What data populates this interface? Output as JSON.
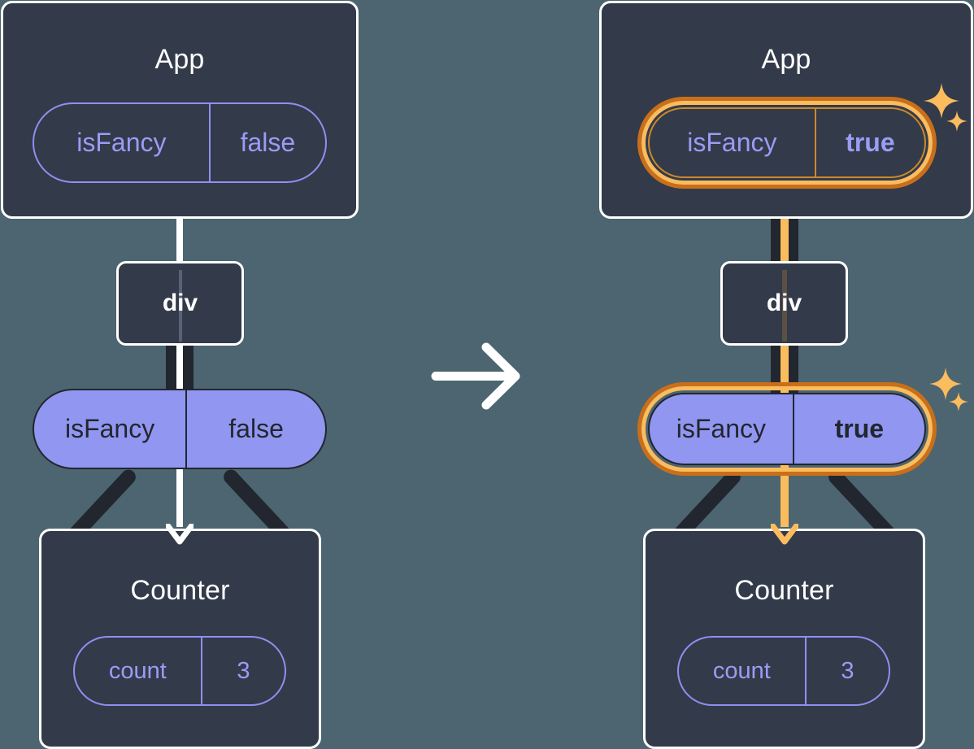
{
  "diagram": {
    "title": "React state propagation: App owns isFancy, passes it as a prop through div to Counter",
    "type": "component-tree-before-after",
    "transition_icon": "arrow-right-icon",
    "colors": {
      "background": "#4c6570",
      "box_fill": "#333a4a",
      "box_border": "#ffffff",
      "pill_outline": "#8e90f0",
      "pill_text_outline": "#9a9cf5",
      "pill_filled": "#9197f0",
      "pill_filled_border": "#22262f",
      "highlight_outer": "#c96f1a",
      "highlight_inner": "#fbbc5e",
      "sparkle": "#fbbc5e",
      "connector_dark": "#22262f",
      "connector_light": "#ffffff"
    }
  },
  "panels": [
    {
      "id": "before",
      "app": {
        "title": "App",
        "state": {
          "key": "isFancy",
          "value": "false",
          "highlighted": false,
          "bold_value": false
        }
      },
      "div": {
        "label": "div"
      },
      "prop": {
        "key": "isFancy",
        "value": "false",
        "highlighted": false,
        "bold_value": false
      },
      "counter": {
        "title": "Counter",
        "state": {
          "key": "count",
          "value": "3"
        }
      },
      "sparkles": false
    },
    {
      "id": "after",
      "app": {
        "title": "App",
        "state": {
          "key": "isFancy",
          "value": "true",
          "highlighted": true,
          "bold_value": true
        }
      },
      "div": {
        "label": "div"
      },
      "prop": {
        "key": "isFancy",
        "value": "true",
        "highlighted": true,
        "bold_value": true
      },
      "counter": {
        "title": "Counter",
        "state": {
          "key": "count",
          "value": "3"
        }
      },
      "sparkles": true
    }
  ]
}
